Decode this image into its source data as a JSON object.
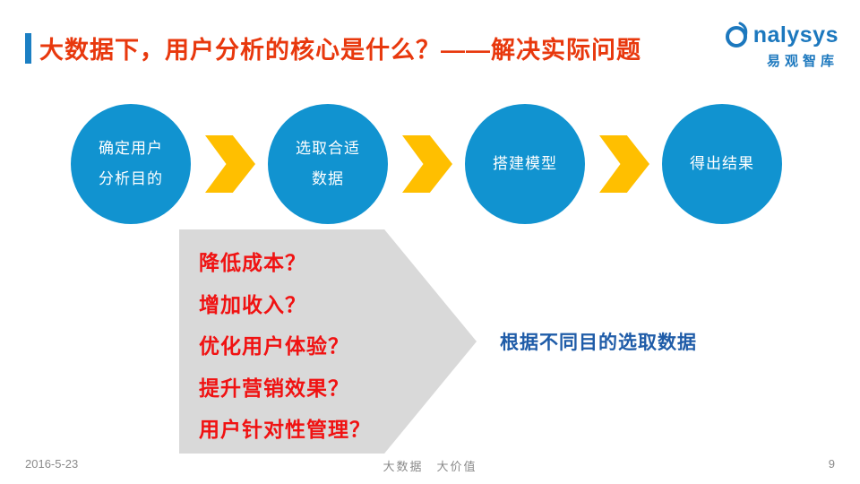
{
  "title": {
    "text": "大数据下，用户分析的核心是什么？——解决实际问题"
  },
  "logo": {
    "brand": "nalysys",
    "subtitle": "易观智库"
  },
  "flow": {
    "steps": [
      {
        "line1": "确定用户",
        "line2": "分析目的"
      },
      {
        "line1": "选取合适",
        "line2": "数据"
      },
      {
        "line1": "搭建模型",
        "line2": ""
      },
      {
        "line1": "得出结果",
        "line2": ""
      }
    ]
  },
  "questions": {
    "items": [
      "降低成本？",
      "增加收入？",
      "优化用户体验？",
      "提升营销效果？",
      "用户针对性管理？"
    ]
  },
  "note": {
    "text": "根据不同目的选取数据"
  },
  "footer": {
    "date": "2016-5-23",
    "center": "大数据　大价值",
    "page": "9"
  },
  "colors": {
    "accent_red": "#E8380D",
    "question_red": "#F01212",
    "circle_blue": "#1193D0",
    "chevron_yellow": "#FFBF00",
    "arrow_gray": "#D9D9D9",
    "note_blue": "#1F5CA8",
    "logo_blue": "#1C78BE",
    "title_bar_blue": "#1B7FC3"
  }
}
